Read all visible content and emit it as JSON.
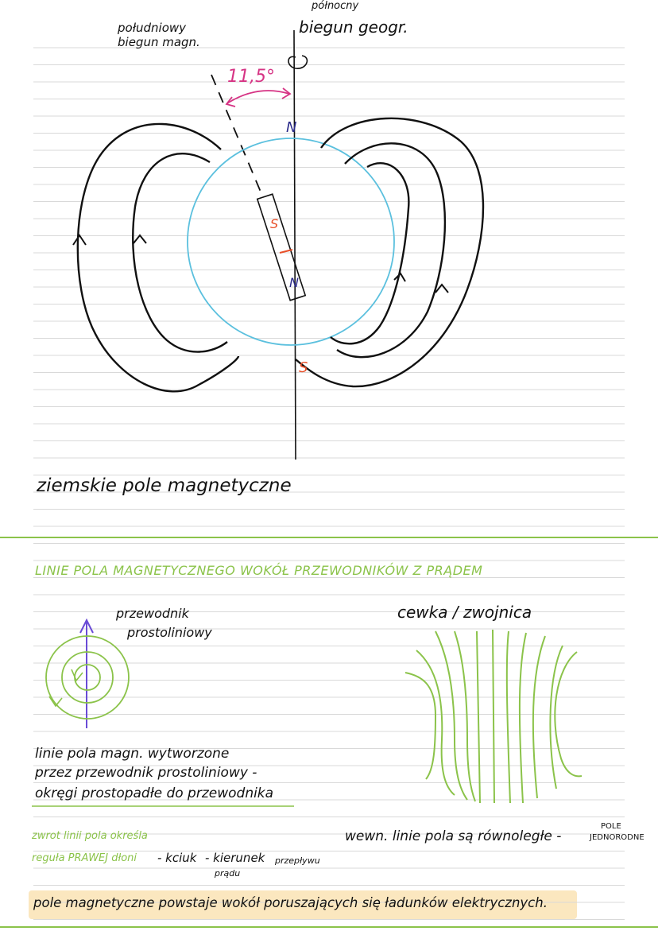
{
  "page": {
    "colors": {
      "ruled_line": "#d9d9d9",
      "ink": "#111111",
      "green": "#8bc34a",
      "cyan": "#5bc0de",
      "magenta": "#d63384",
      "navy": "#2b2b8a",
      "red": "#e8502a",
      "highlight": "#fbe7bf"
    }
  },
  "earth_section": {
    "label_south_magnetic_pole": "południowy biegun magn.",
    "label_north_geo_line1": "północny",
    "label_north_geo_line2": "biegun geogr.",
    "angle_label": "11,5°",
    "pole_N": "N",
    "pole_S": "S",
    "magnet_S": "S",
    "magnet_N": "N",
    "title": "ziemskie pole magnetyczne"
  },
  "conductor_section": {
    "heading": "LINIE POLA MAGNETYCZNEGO WOKÓŁ PRZEWODNIKÓW Z PRĄDEM",
    "straight_label_line1": "przewodnik",
    "straight_label_line2": "prostoliniowy",
    "coil_label": "cewka / zwojnica",
    "desc_line1": "linie pola magn. wytworzone",
    "desc_line2": "przez przewodnik prostoliniowy -",
    "desc_line3": "okręgi prostopadłe do przewodnika",
    "rule_line1": "zwrot linii pola określa",
    "rule_line2": "reguła PRAWEJ dłoni",
    "rule_thumb": "- kciuk",
    "rule_direction": "- kierunek",
    "rule_flow": "przepływu",
    "rule_current": "prądu",
    "coil_desc": "wewn. linie pola są równoległe -",
    "uniform_line1": "POLE",
    "uniform_line2": "JEDNORODNE",
    "summary": "pole magnetyczne powstaje wokół poruszających się ładunków elektrycznych."
  }
}
